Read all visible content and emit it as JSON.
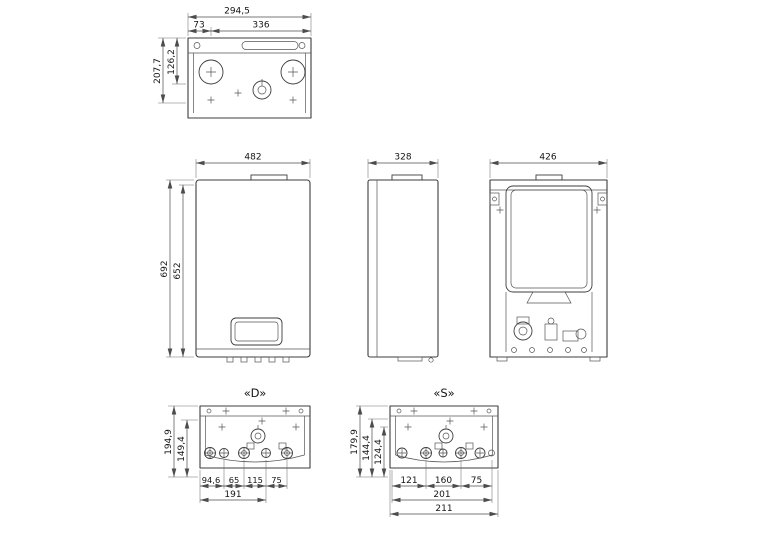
{
  "colors": {
    "ink": "#3d3d3d",
    "background": "#ffffff"
  },
  "drawing": {
    "top_view": {
      "width_total": "294,5",
      "width_left": "73",
      "width_right": "336",
      "depth_outer": "207,7",
      "depth_inner": "126,2"
    },
    "front_view": {
      "width": "482",
      "height_outer": "692",
      "height_inner": "652"
    },
    "side_view": {
      "depth": "328"
    },
    "rear_view": {
      "width": "426"
    },
    "bottom_view_d": {
      "label": "«D»",
      "depth_outer": "194,9",
      "depth_inner": "149,4",
      "seg1": "94,6",
      "seg2": "65",
      "seg3": "115",
      "seg4": "75",
      "total": "191"
    },
    "bottom_view_s": {
      "label": "«S»",
      "depth_outer": "179,9",
      "depth_mid": "144,4",
      "depth_inner": "124,4",
      "seg1": "121",
      "seg2": "160",
      "seg3": "75",
      "total1": "201",
      "total2": "211"
    }
  }
}
